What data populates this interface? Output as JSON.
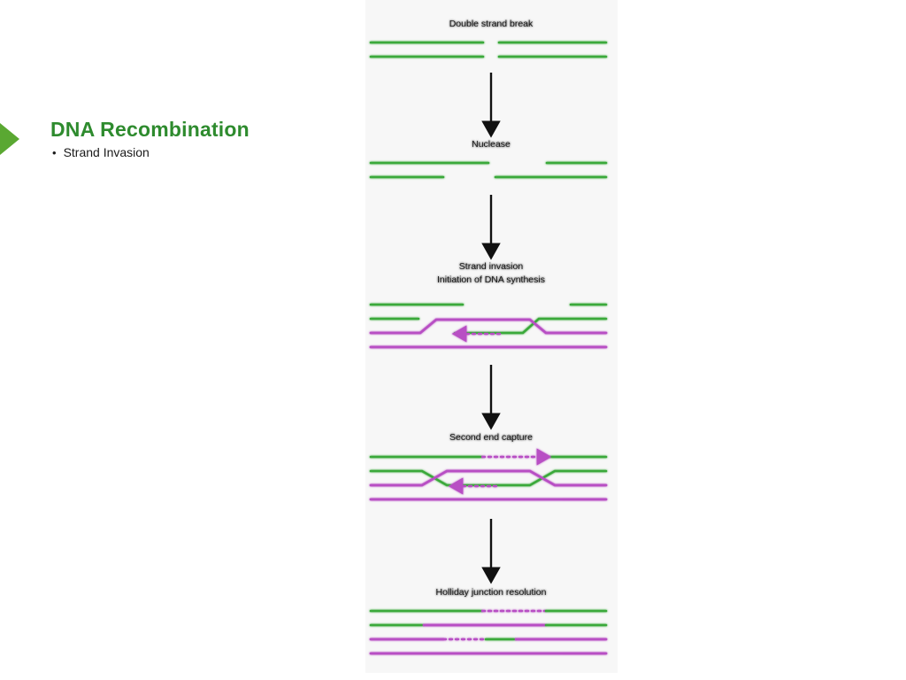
{
  "slide": {
    "title": "DNA Recombination",
    "bullets": [
      {
        "marker": "•",
        "text": "Strand Invasion"
      }
    ],
    "accent_color": "#5aa832",
    "title_color": "#2e8b2e"
  },
  "figure": {
    "name": "homologous-recombination-pathway",
    "background": "#f7f7f7",
    "strand_colors": {
      "green": "#3aa93a",
      "purple": "#b84fc4",
      "arrow": "#111111"
    },
    "steps": [
      {
        "id": "double-strand-break",
        "label": "Double strand break",
        "label_lines": [
          "Double strand break"
        ]
      },
      {
        "id": "nuclease",
        "label": "Nuclease",
        "label_lines": [
          "Nuclease"
        ]
      },
      {
        "id": "strand-invasion",
        "label": "Strand invasion / Initiation of DNA synthesis",
        "label_lines": [
          "Strand invasion",
          "Initiation of DNA synthesis"
        ]
      },
      {
        "id": "second-end-capture",
        "label": "Second end capture",
        "label_lines": [
          "Second end capture"
        ]
      },
      {
        "id": "holliday-junction-resolution",
        "label": "Holliday junction resolution",
        "label_lines": [
          "Holliday junction resolution"
        ]
      }
    ],
    "label_text": {
      "double_strand_break": "Double strand break",
      "nuclease": "Nuclease",
      "strand_invasion_1": "Strand invasion",
      "strand_invasion_2": "Initiation of DNA synthesis",
      "second_end_capture": "Second end capture",
      "holliday_resolution": "Holliday junction resolution"
    }
  }
}
